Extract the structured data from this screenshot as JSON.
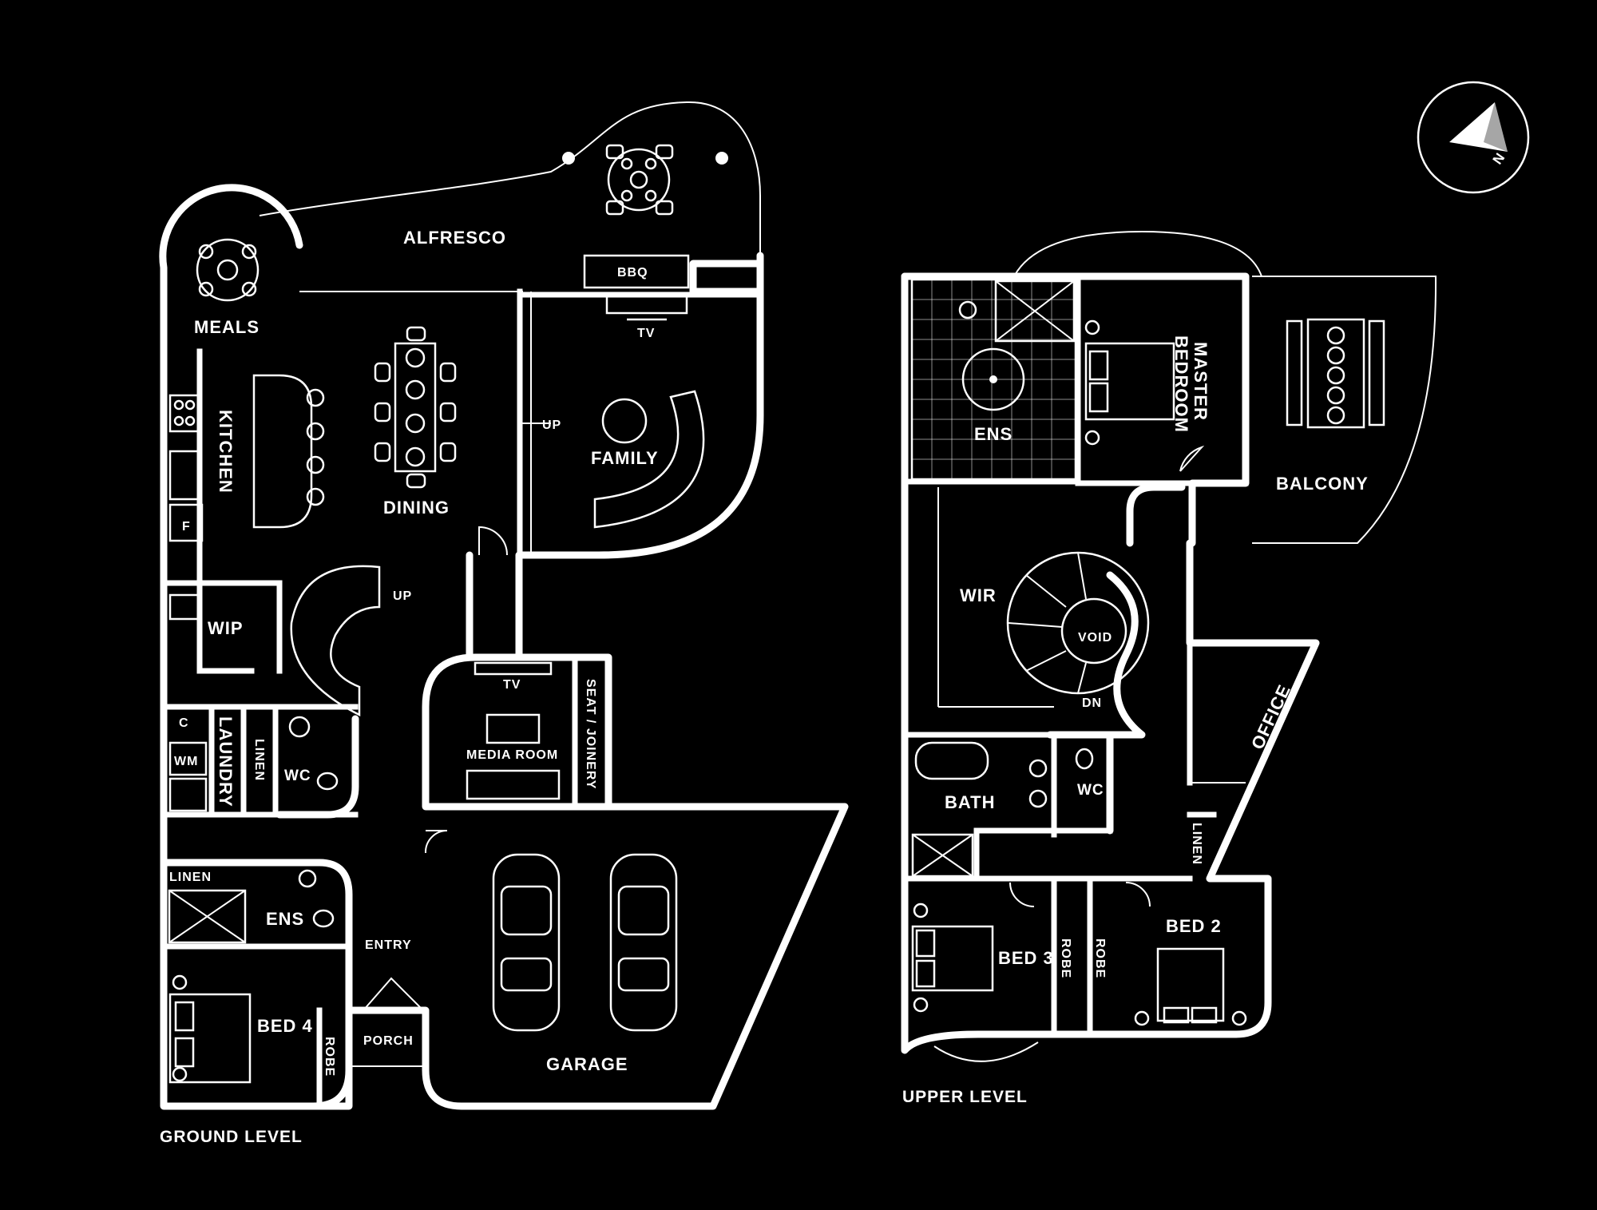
{
  "colors": {
    "background": "#000000",
    "lines": "#ffffff"
  },
  "levels": {
    "ground": "GROUND LEVEL",
    "upper": "UPPER LEVEL"
  },
  "ground_rooms": {
    "alfresco": "ALFRESCO",
    "bbq": "BBQ",
    "meals": "MEALS",
    "kitchen": "KITCHEN",
    "dining": "DINING",
    "family": "FAMILY",
    "tv_family": "TV",
    "up_corridor": "UP",
    "up_stair": "UP",
    "f": "F",
    "wip": "WIP",
    "c": "C",
    "wm": "WM",
    "laundry": "LAUNDRY",
    "linen_vertical": "LINEN",
    "wc": "WC",
    "tv_media": "TV",
    "media_room": "MEDIA ROOM",
    "seat_joinery": "SEAT / JOINERY",
    "linen": "LINEN",
    "ens": "ENS",
    "entry": "ENTRY",
    "bed4": "BED 4",
    "robe": "ROBE",
    "porch": "PORCH",
    "garage": "GARAGE"
  },
  "upper_rooms": {
    "ens": "ENS",
    "master_bedroom_line1": "MASTER",
    "master_bedroom_line2": "BEDROOM",
    "balcony": "BALCONY",
    "wir": "WIR",
    "void": "VOID",
    "dn": "DN",
    "office": "OFFICE",
    "bath": "BATH",
    "wc": "WC",
    "linen": "LINEN",
    "bed3": "BED 3",
    "robe_bed3": "ROBE",
    "robe_bed2": "ROBE",
    "bed2": "BED 2"
  },
  "compass": {
    "north_letter": "N",
    "icon": "north-arrow-icon"
  }
}
